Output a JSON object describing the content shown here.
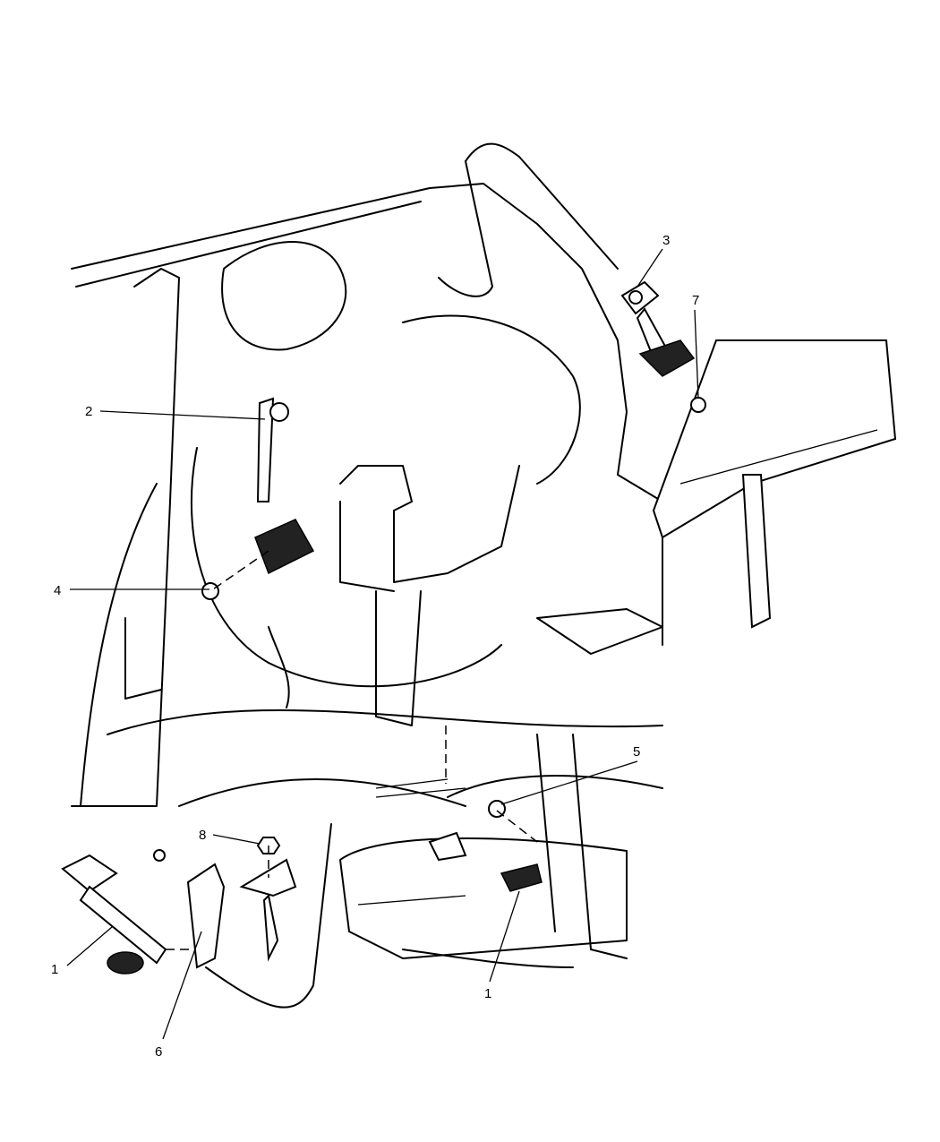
{
  "diagram": {
    "type": "exploded parts diagram",
    "callouts": [
      {
        "number": "1"
      },
      {
        "number": "2"
      },
      {
        "number": "3"
      },
      {
        "number": "4"
      },
      {
        "number": "5"
      },
      {
        "number": "6"
      },
      {
        "number": "7"
      },
      {
        "number": "8"
      },
      {
        "number": "1"
      }
    ]
  }
}
